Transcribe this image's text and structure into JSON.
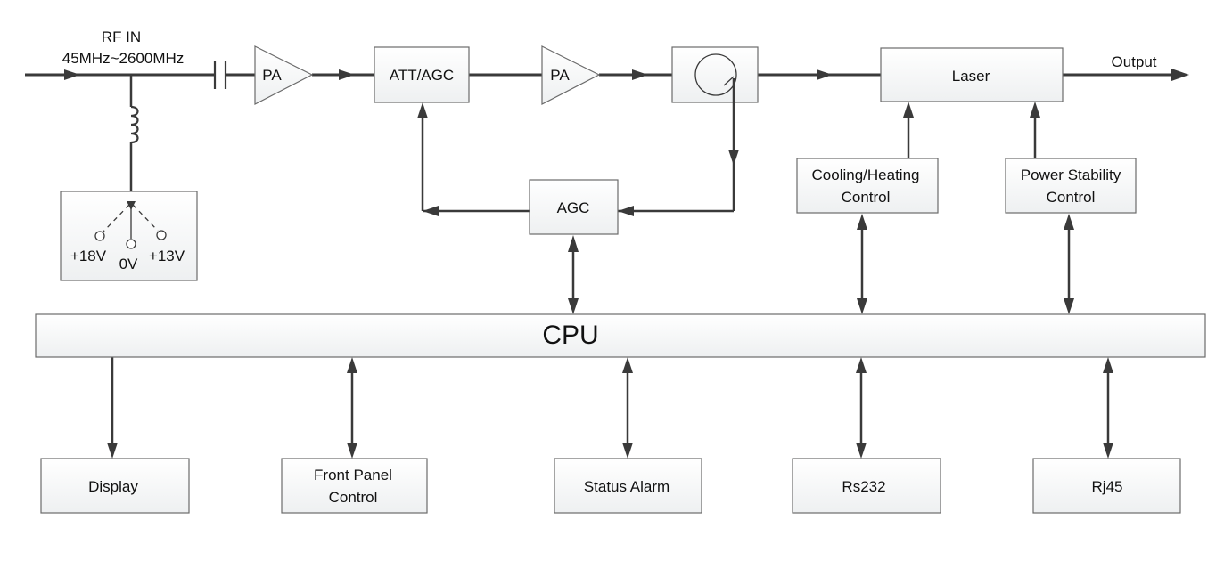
{
  "diagram": {
    "rf_in": {
      "line1": "RF IN",
      "line2": "45MHz~2600MHz"
    },
    "output": "Output",
    "blocks": {
      "pa1": "PA",
      "att_agc": "ATT/AGC",
      "pa2": "PA",
      "laser": "Laser",
      "agc": "AGC",
      "cooling": [
        "Cooling/Heating",
        "Control"
      ],
      "power": [
        "Power Stability",
        "Control"
      ],
      "cpu": "CPU",
      "display": "Display",
      "front_panel": [
        "Front Panel",
        "Control"
      ],
      "status_alarm": "Status Alarm",
      "rs232": "Rs232",
      "rj45": "Rj45"
    },
    "voltages": {
      "plus18": "+18V",
      "zero": "0V",
      "plus13": "+13V"
    }
  }
}
